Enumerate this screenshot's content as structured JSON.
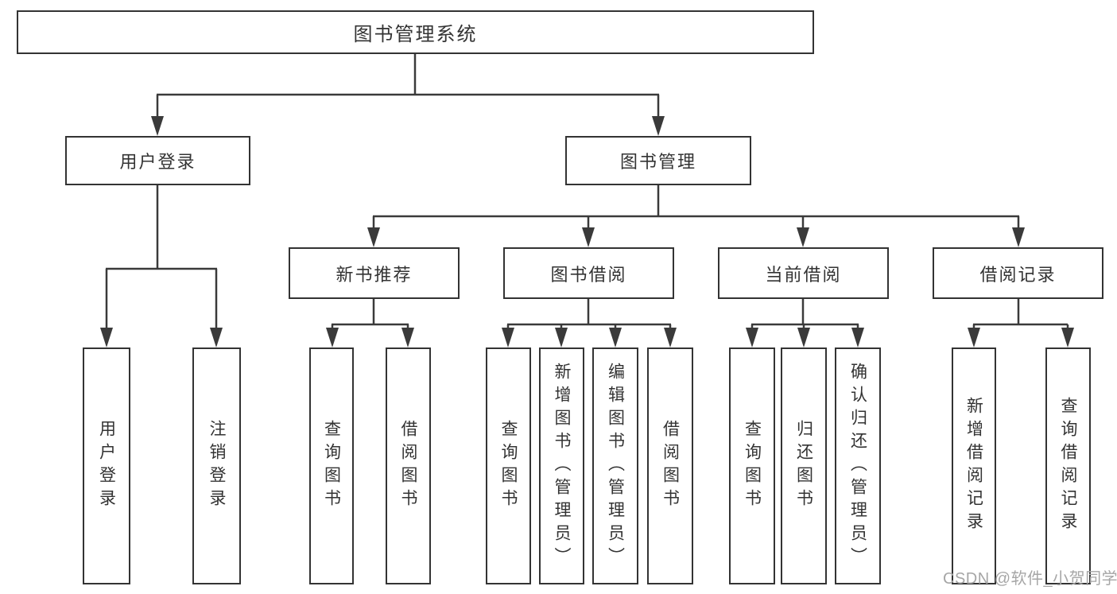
{
  "tree": {
    "root": "图书管理系统",
    "branches": [
      {
        "label": "用户登录",
        "leaves": [
          "用户登录",
          "注销登录"
        ]
      },
      {
        "label": "图书管理",
        "groups": [
          {
            "label": "新书推荐",
            "leaves": [
              "查询图书",
              "借阅图书"
            ]
          },
          {
            "label": "图书借阅",
            "leaves": [
              "查询图书",
              "新增图书（管理员）",
              "编辑图书（管理员）",
              "借阅图书"
            ]
          },
          {
            "label": "当前借阅",
            "leaves": [
              "查询图书",
              "归还图书",
              "确认归还（管理员）"
            ]
          },
          {
            "label": "借阅记录",
            "leaves": [
              "新增借阅记录",
              "查询借阅记录"
            ]
          }
        ]
      }
    ]
  },
  "watermark": "CSDN @软件_小贺同学",
  "colors": {
    "line": "#3a3a3a",
    "border": "#333333",
    "text": "#333333",
    "watermark": "#a6a6a6",
    "background": "#ffffff"
  }
}
